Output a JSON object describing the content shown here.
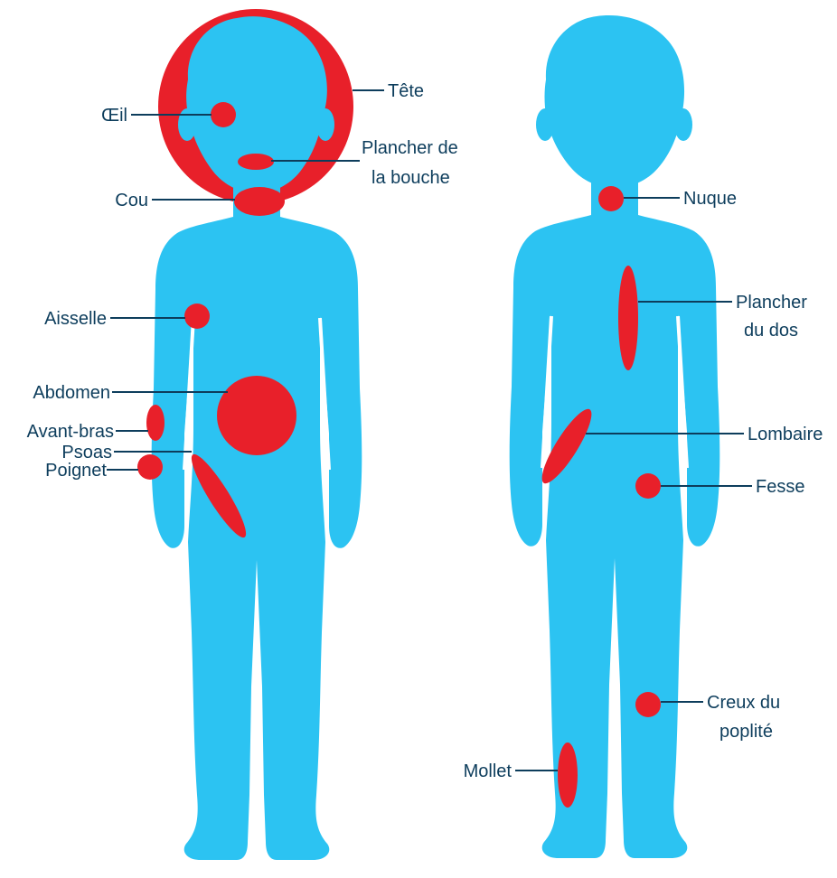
{
  "colors": {
    "body": "#2cc3f2",
    "spot": "#e8202a",
    "ink": "#0d3d5c"
  },
  "front_labels": {
    "tete": "Tête",
    "oeil": "Œil",
    "plancher_bouche_1": "Plancher de",
    "plancher_bouche_2": "la bouche",
    "cou": "Cou",
    "aisselle": "Aisselle",
    "abdomen": "Abdomen",
    "avant_bras": "Avant-bras",
    "psoas": "Psoas",
    "poignet": "Poignet"
  },
  "back_labels": {
    "nuque": "Nuque",
    "plancher_dos_1": "Plancher",
    "plancher_dos_2": "du dos",
    "lombaire": "Lombaire",
    "fesse": "Fesse",
    "creux_1": "Creux du",
    "creux_2": "poplité",
    "mollet": "Mollet"
  }
}
